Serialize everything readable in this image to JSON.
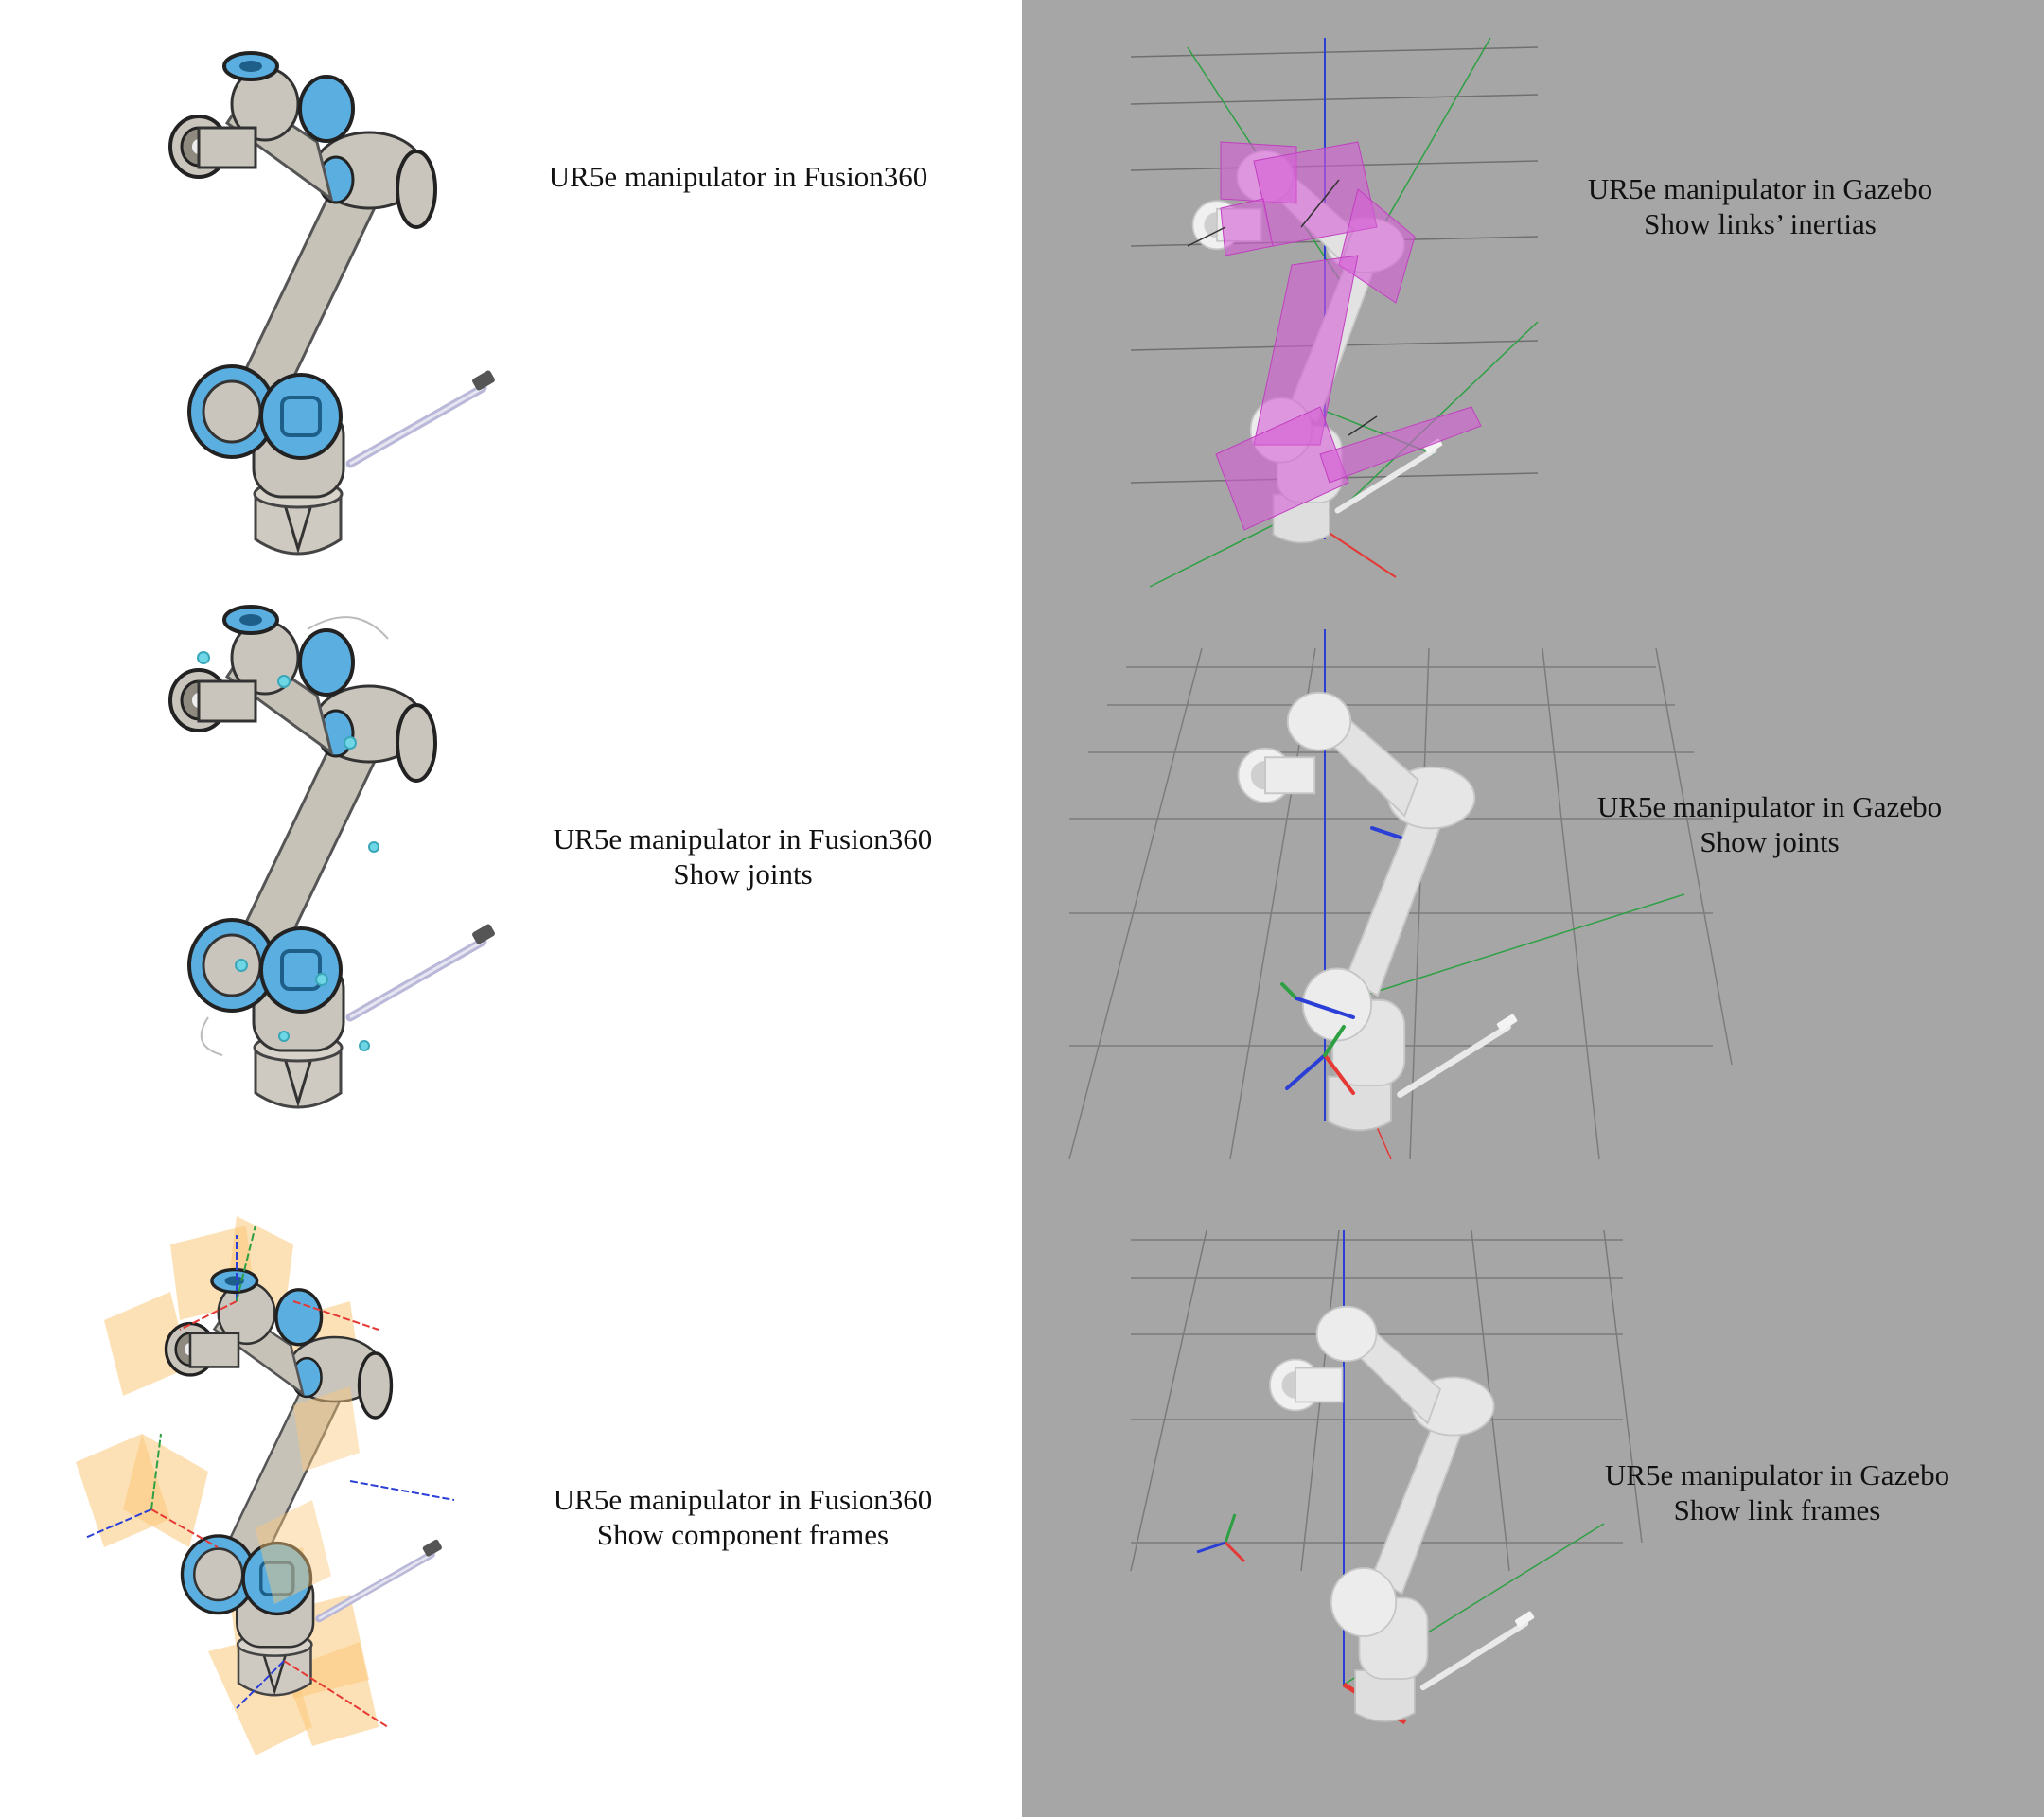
{
  "captions": {
    "fusion_plain": {
      "line1": "UR5e manipulator in Fusion360"
    },
    "fusion_joints": {
      "line1": "UR5e manipulator in Fusion360",
      "line2": "Show joints"
    },
    "fusion_frames": {
      "line1": "UR5e manipulator in Fusion360",
      "line2": "Show component frames"
    },
    "gazebo_inertia": {
      "line1": "UR5e manipulator in Gazebo",
      "line2": "Show links’ inertias"
    },
    "gazebo_joints": {
      "line1": "UR5e manipulator in Gazebo",
      "line2": "Show joints"
    },
    "gazebo_frames": {
      "line1": "UR5e manipulator in Gazebo",
      "line2": "Show link frames"
    }
  },
  "colors": {
    "fusion_background": "#ffffff",
    "gazebo_background": "#a6a6a6",
    "robot_body": "#c9c5bc",
    "robot_joint_cap": "#5aaee0",
    "gazebo_robot": "#e4e4e4",
    "inertia_box": "#d65ed6",
    "frame_plane": "#fbc87a",
    "axis_x": "#e53935",
    "axis_y": "#2ea043",
    "axis_z": "#2b3fd6"
  }
}
